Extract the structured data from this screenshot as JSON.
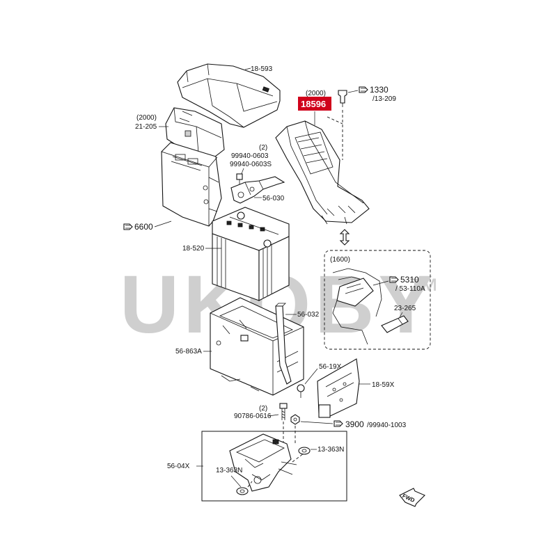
{
  "watermark": {
    "text": "UKQBY",
    "tm": "™"
  },
  "highlight": {
    "label": "18596",
    "qualifier": "(2000)",
    "color": "#d0021b"
  },
  "labels": {
    "p18593": "18-593",
    "q2000_a": "(2000)",
    "p21205": "21-205",
    "q2": "(2)",
    "p99940_0603": "99940-0603",
    "p99940_0603s": "99940-0603S",
    "p56030": "56-030",
    "p6600": "6600",
    "p18520": "18-520",
    "p1330": "1330",
    "p13209": "/13-209",
    "q1600": "(1600)",
    "p5310": "5310",
    "p53110a": "/ 53-110A",
    "p23265": "23-265",
    "p56032": "56-032",
    "p56863a": "56-863A",
    "p5619x": "56-19X",
    "p1859x": "18-59X",
    "q2_b": "(2)",
    "p90786": "90786-0616",
    "p3900": "3900",
    "p99940_1003": "/99940-1003",
    "p5604x": "56-04X",
    "p13363n_a": "13-363N",
    "p13363n_b": "13-363N",
    "fwd": "FWD"
  }
}
